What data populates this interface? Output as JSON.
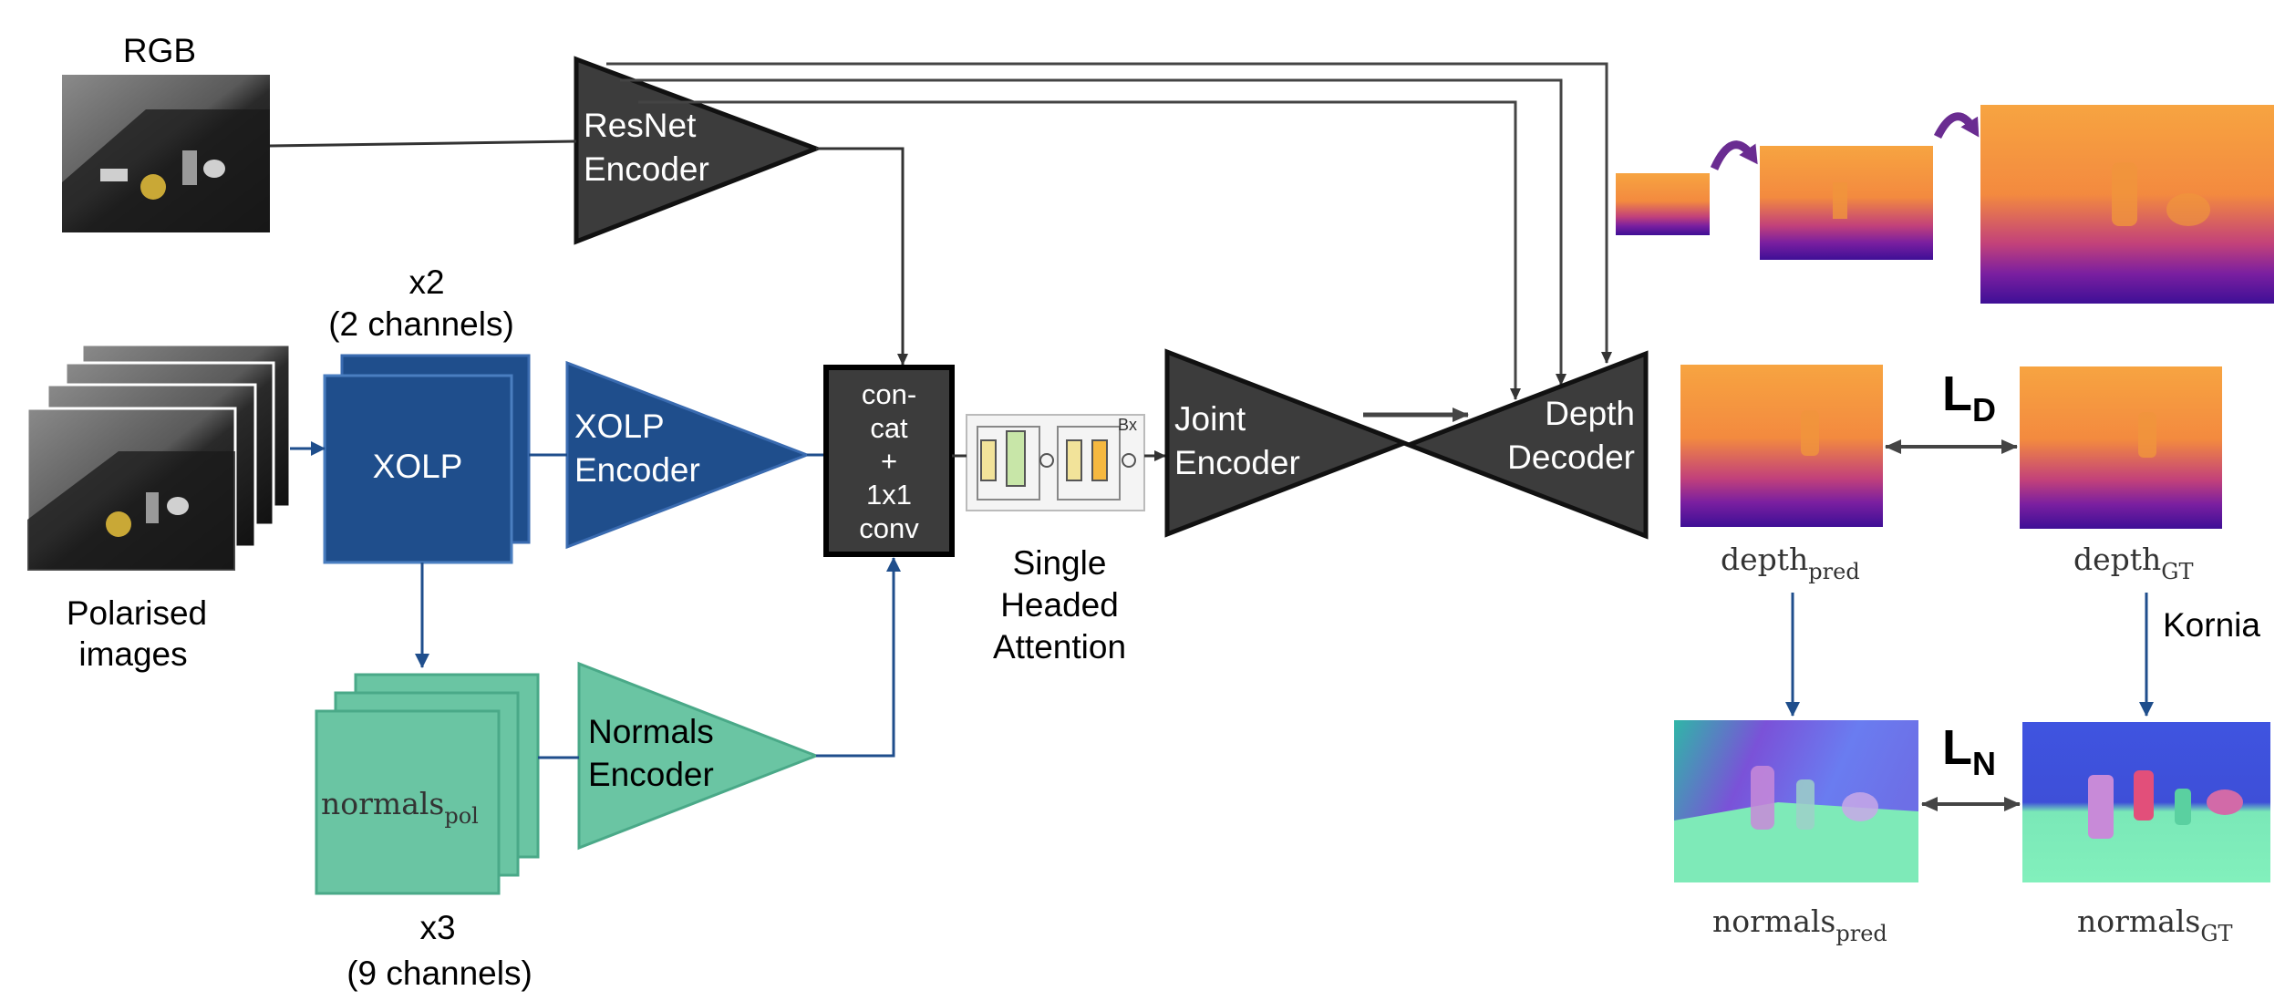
{
  "inputs": {
    "rgb_label": "RGB",
    "polarised_label_line1": "Polarised",
    "polarised_label_line2": "images"
  },
  "xolp": {
    "count_label": "x2",
    "channels_label": "(2 channels)",
    "block_label": "XOLP",
    "encoder_line1": "XOLP",
    "encoder_line2": "Encoder"
  },
  "normals": {
    "block_label_main": "normals",
    "block_label_sub": "pol",
    "count_label": "x3",
    "channels_label": "(9 channels)",
    "encoder_line1": "Normals",
    "encoder_line2": "Encoder"
  },
  "resnet": {
    "encoder_line1": "ResNet",
    "encoder_line2": "Encoder"
  },
  "concat": {
    "line1": "con-",
    "line2": "cat",
    "line3": "+",
    "line4": "1x1",
    "line5": "conv"
  },
  "attention": {
    "line1": "Single",
    "line2": "Headed",
    "line3": "Attention",
    "badge": "Bx"
  },
  "joint_encoder": {
    "line1": "Joint",
    "line2": "Encoder"
  },
  "depth_decoder": {
    "line1": "Depth",
    "line2": "Decoder"
  },
  "outputs": {
    "depth_pred_main": "depth",
    "depth_pred_sub": "pred",
    "depth_gt_main": "depth",
    "depth_gt_sub": "GT",
    "normals_pred_main": "normals",
    "normals_pred_sub": "pred",
    "normals_gt_main": "normals",
    "normals_gt_sub": "GT",
    "loss_depth_main": "L",
    "loss_depth_sub": "D",
    "loss_normals_main": "L",
    "loss_normals_sub": "N",
    "kornia_label": "Kornia"
  },
  "colors": {
    "xolp_blue": "#1f4e8c",
    "normals_green": "#6ac5a3",
    "dark_block": "#3c3c3c",
    "arrow_blue": "#1f4e8c",
    "purple_arrow": "#6a2c91"
  }
}
